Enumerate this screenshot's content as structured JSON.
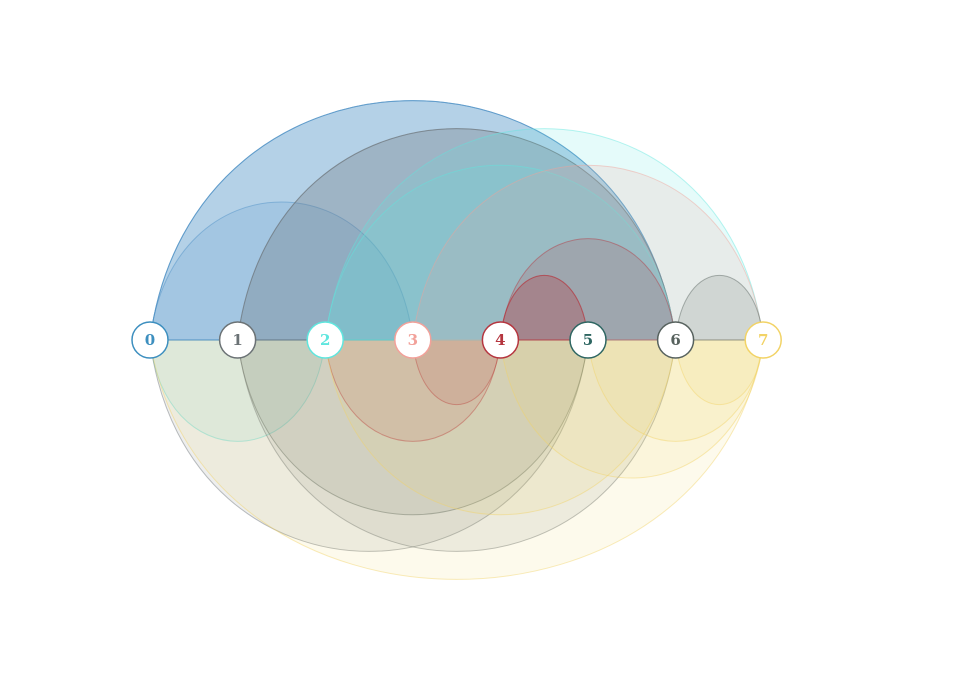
{
  "diagram": {
    "type": "arc-diagram",
    "nodes": [
      {
        "id": 0,
        "label": "0",
        "color": "#3d8fbf"
      },
      {
        "id": 1,
        "label": "1",
        "color": "#6b7275"
      },
      {
        "id": 2,
        "label": "2",
        "color": "#5fe6de"
      },
      {
        "id": 3,
        "label": "3",
        "color": "#f2a19a"
      },
      {
        "id": 4,
        "label": "4",
        "color": "#b5353f"
      },
      {
        "id": 5,
        "label": "5",
        "color": "#2e6662"
      },
      {
        "id": 6,
        "label": "6",
        "color": "#57625e"
      },
      {
        "id": 7,
        "label": "7",
        "color": "#f2d366"
      }
    ],
    "edges_above": [
      {
        "source": 0,
        "target": 3,
        "color": "#4a8fc4"
      },
      {
        "source": 0,
        "target": 6,
        "color": "#4a8fc4"
      },
      {
        "source": 0,
        "target": 6,
        "color": "#4a8fc4"
      },
      {
        "source": 0,
        "target": 6,
        "color": "#4a8fc4"
      },
      {
        "source": 1,
        "target": 6,
        "color": "#6b7275"
      },
      {
        "source": 1,
        "target": 6,
        "color": "#6b7275"
      },
      {
        "source": 2,
        "target": 7,
        "color": "#5fe6de"
      },
      {
        "source": 2,
        "target": 6,
        "color": "#5fe6de"
      },
      {
        "source": 3,
        "target": 7,
        "color": "#f2a19a"
      },
      {
        "source": 4,
        "target": 6,
        "color": "#b5353f"
      },
      {
        "source": 4,
        "target": 5,
        "color": "#b5353f"
      },
      {
        "source": 4,
        "target": 5,
        "color": "#b5353f"
      },
      {
        "source": 6,
        "target": 7,
        "color": "#57625e"
      }
    ],
    "edges_below": [
      {
        "source": 0,
        "target": 2,
        "color": "#5fe6de"
      },
      {
        "source": 0,
        "target": 5,
        "color": "#6b7275"
      },
      {
        "source": 1,
        "target": 5,
        "color": "#57625e"
      },
      {
        "source": 1,
        "target": 6,
        "color": "#6b7275"
      },
      {
        "source": 0,
        "target": 7,
        "color": "#f2d366"
      },
      {
        "source": 2,
        "target": 4,
        "color": "#b5353f"
      },
      {
        "source": 3,
        "target": 4,
        "color": "#b5353f"
      },
      {
        "source": 2,
        "target": 6,
        "color": "#f2d366"
      },
      {
        "source": 4,
        "target": 7,
        "color": "#f2d366"
      },
      {
        "source": 5,
        "target": 7,
        "color": "#f2d366"
      },
      {
        "source": 6,
        "target": 7,
        "color": "#f2d366"
      }
    ]
  }
}
